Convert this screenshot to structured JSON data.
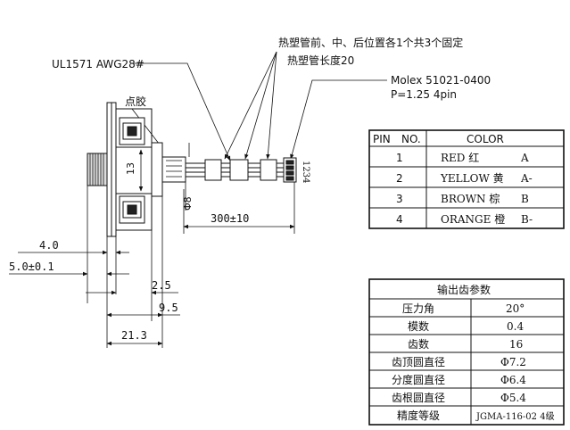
{
  "callouts": {
    "heat_shrink_position": "热塑管前、中、后位置各1个共3个固定",
    "heat_shrink_length": "热塑管长度20",
    "wire_spec": "UL1571 AWG28#",
    "glue": "点胶",
    "connector_model": "Molex 51021-0400",
    "connector_pitch": "P=1.25 4pin",
    "pin_numbers": "1234"
  },
  "dimensions": {
    "height_13": "13",
    "dia_8": "Φ8",
    "length_300": "300±10",
    "d_4_0": "4.0",
    "d_5_0": "5.0±0.1",
    "d_2_5": "2.5",
    "d_9_5": "9.5",
    "d_21_3": "21.3"
  },
  "pin_table": {
    "headers": [
      "PIN",
      "NO.",
      "COLOR"
    ],
    "rows": [
      {
        "pin": "1",
        "color": "RED 红",
        "signal": "A"
      },
      {
        "pin": "2",
        "color": "YELLOW 黄",
        "signal": "A-"
      },
      {
        "pin": "3",
        "color": "BROWN 棕",
        "signal": "B"
      },
      {
        "pin": "4",
        "color": "ORANGE 橙",
        "signal": "B-"
      }
    ]
  },
  "gear_table": {
    "title": "输出齿参数",
    "rows": [
      {
        "label": "压力角",
        "value": "20°"
      },
      {
        "label": "模数",
        "value": "0.4"
      },
      {
        "label": "齿数",
        "value": "16"
      },
      {
        "label": "齿顶圆直径",
        "value": "Φ7.2"
      },
      {
        "label": "分度圆直径",
        "value": "Φ6.4"
      },
      {
        "label": "齿根圆直径",
        "value": "Φ5.4"
      },
      {
        "label": "精度等级",
        "value": "JGMA-116-02 4级"
      }
    ]
  }
}
